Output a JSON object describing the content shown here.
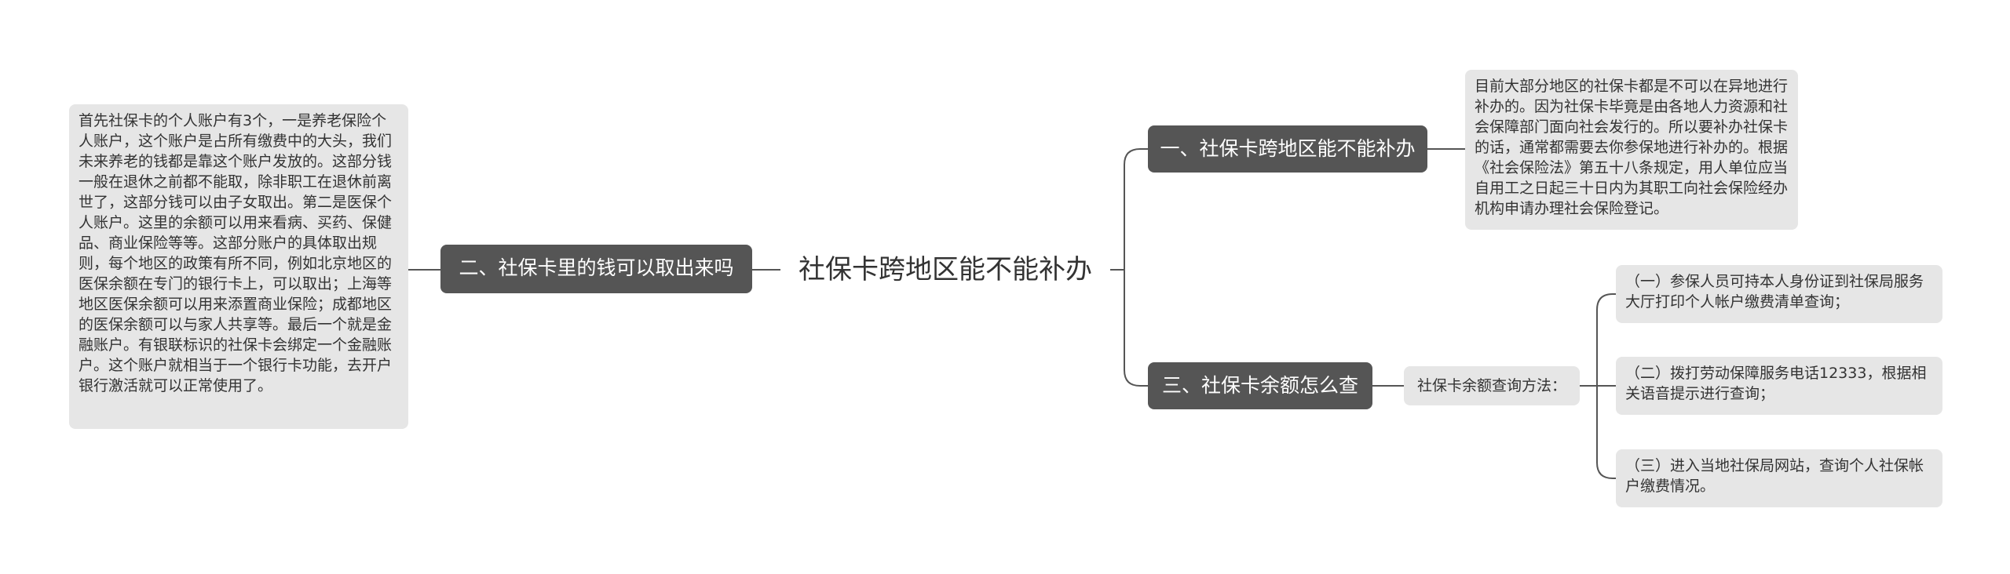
{
  "mindmap": {
    "root": {
      "label": "社保卡跨地区能不能补办"
    },
    "branches": [
      {
        "label": "一、社保卡跨地区能不能补办",
        "detail": "目前大部分地区的社保卡都是不可以在异地进行补办的。因为社保卡毕竟是由各地人力资源和社会保障部门面向社会发行的。所以要补办社保卡的话，通常都需要去你参保地进行补办的。根据《社会保险法》第五十八条规定，用人单位应当自用工之日起三十日内为其职工向社会保险经办机构申请办理社会保险登记。"
      },
      {
        "label": "二、社保卡里的钱可以取出来吗",
        "detail": "首先社保卡的个人账户有3个，一是养老保险个人账户，这个账户是占所有缴费中的大头，我们未来养老的钱都是靠这个账户发放的。这部分钱一般在退休之前都不能取，除非职工在退休前离世了，这部分钱可以由子女取出。第二是医保个人账户。这里的余额可以用来看病、买药、保健品、商业保险等等。这部分账户的具体取出规则，每个地区的政策有所不同，例如北京地区的医保余额在专门的银行卡上，可以取出；上海等地区医保余额可以用来添置商业保险；成都地区的医保余额可以与家人共享等。最后一个就是金融账户。有银联标识的社保卡会绑定一个金融账户。这个账户就相当于一个银行卡功能，去开户银行激活就可以正常使用了。"
      },
      {
        "label": "三、社保卡余额怎么查",
        "method_label": "社保卡余额查询方法：",
        "methods": [
          "（一）参保人员可持本人身份证到社保局服务大厅打印个人帐户缴费清单查询；",
          "（二）拨打劳动保障服务电话12333，根据相关语音提示进行查询；",
          "（三）进入当地社保局网站，查询个人社保帐户缴费情况。"
        ]
      }
    ]
  },
  "colors": {
    "branch_bg": "#555555",
    "branch_text": "#ffffff",
    "leaf_bg": "#e6e6e6",
    "leaf_text": "#333333",
    "connector": "#555555"
  }
}
